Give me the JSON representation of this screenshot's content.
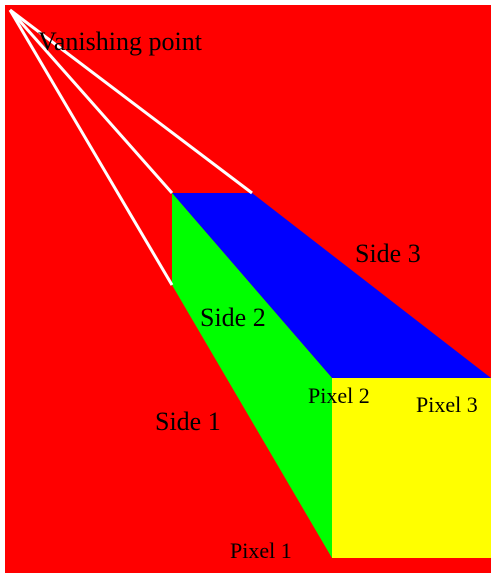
{
  "labels": {
    "vanishing_point": "Vanishing point",
    "side1": "Side 1",
    "side2": "Side 2",
    "side3": "Side 3",
    "pixel1": "Pixel 1",
    "pixel2": "Pixel 2",
    "pixel3": "Pixel 3"
  },
  "colors": {
    "background": "#ff0000",
    "side1_face": "#00ff00",
    "side3_face": "#0000ff",
    "front_face": "#ffff00",
    "guide_lines": "#ffffff",
    "frame": "#ffffff"
  }
}
